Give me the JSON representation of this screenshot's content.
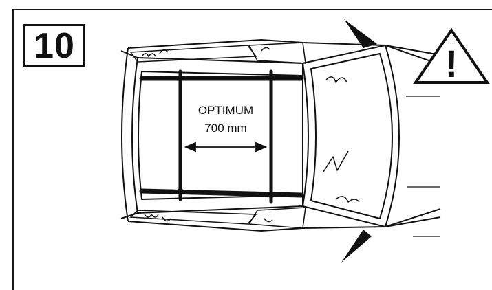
{
  "step": {
    "number": "10"
  },
  "measurement": {
    "label_line1": "OPTIMUM",
    "label_line2": "700 mm"
  },
  "warning": {
    "symbol": "!",
    "icon": "warning-triangle-icon"
  },
  "colors": {
    "ink": "#111111",
    "background": "#ffffff"
  }
}
